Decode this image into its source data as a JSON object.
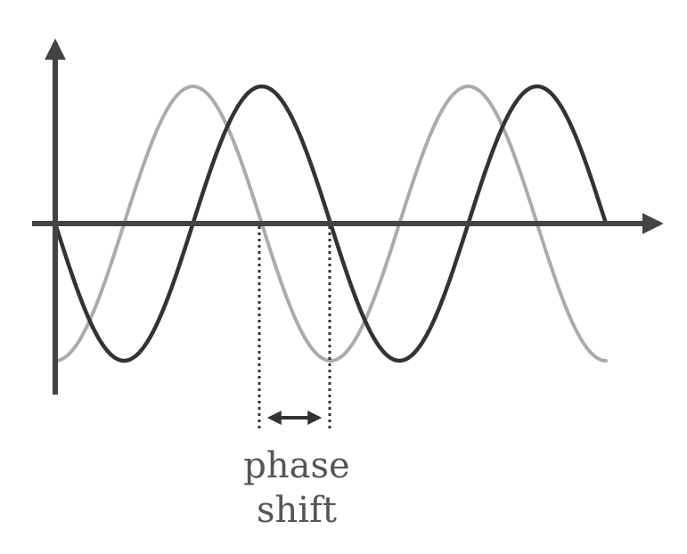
{
  "diagram": {
    "annotation": {
      "line1": "phase",
      "line2": "shift"
    },
    "waves": [
      {
        "role": "reference",
        "color": "#ababab",
        "phase_offset_fraction": 0.0,
        "cycles": 2
      },
      {
        "role": "shifted",
        "color": "#333333",
        "phase_offset_fraction": 0.25,
        "cycles": 2
      }
    ],
    "axes": {
      "color": "#444444",
      "x_arrow": true,
      "y_arrow": true
    },
    "marker_color": "#333333",
    "label_color": "#555555"
  }
}
